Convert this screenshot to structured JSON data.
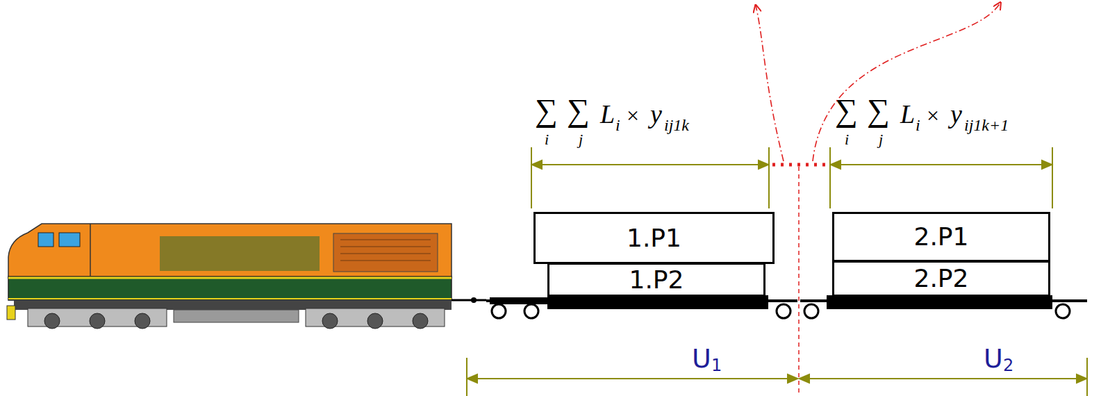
{
  "diagram": {
    "nodes": [
      {
        "text": [
          "1.P1"
        ]
      },
      {
        "text": [
          "1.P2"
        ]
      },
      {
        "text": [
          "2.P1"
        ]
      },
      {
        "text": [
          "2.P2"
        ]
      }
    ],
    "labels": [
      "∑",
      "∑",
      "L",
      "i",
      "×",
      "y",
      "ij1k",
      "i",
      "j",
      "∑",
      "∑",
      "L",
      "i",
      "×",
      "y",
      "ij1k+1",
      "i",
      "j",
      "U",
      "1",
      "U",
      "2"
    ]
  }
}
